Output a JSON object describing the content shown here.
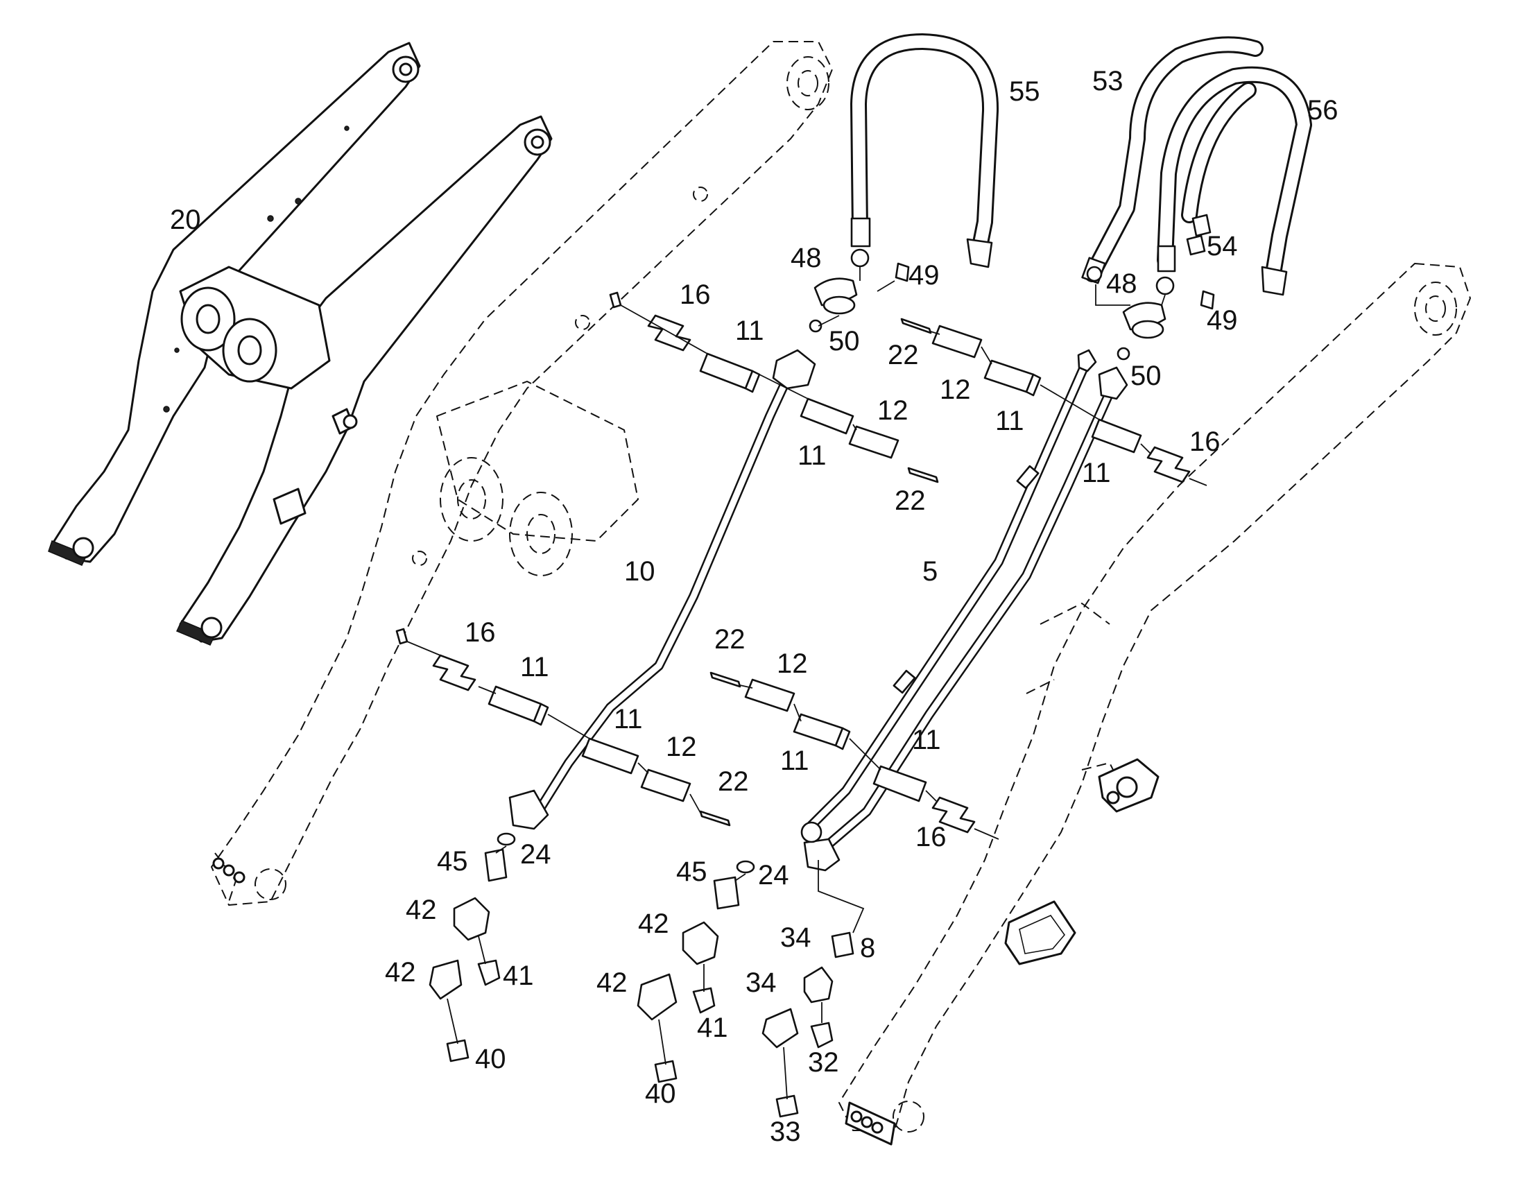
{
  "labels": [
    {
      "text": "20"
    },
    {
      "text": "55"
    },
    {
      "text": "53"
    },
    {
      "text": "56"
    },
    {
      "text": "48"
    },
    {
      "text": "49"
    },
    {
      "text": "48"
    },
    {
      "text": "54"
    },
    {
      "text": "49"
    },
    {
      "text": "16"
    },
    {
      "text": "11"
    },
    {
      "text": "50"
    },
    {
      "text": "22"
    },
    {
      "text": "12"
    },
    {
      "text": "11"
    },
    {
      "text": "50"
    },
    {
      "text": "12"
    },
    {
      "text": "11"
    },
    {
      "text": "16"
    },
    {
      "text": "11"
    },
    {
      "text": "22"
    },
    {
      "text": "10"
    },
    {
      "text": "5"
    },
    {
      "text": "16"
    },
    {
      "text": "22"
    },
    {
      "text": "11"
    },
    {
      "text": "12"
    },
    {
      "text": "11"
    },
    {
      "text": "12"
    },
    {
      "text": "11"
    },
    {
      "text": "11"
    },
    {
      "text": "22"
    },
    {
      "text": "16"
    },
    {
      "text": "24"
    },
    {
      "text": "45"
    },
    {
      "text": "45"
    },
    {
      "text": "24"
    },
    {
      "text": "42"
    },
    {
      "text": "42"
    },
    {
      "text": "34"
    },
    {
      "text": "8"
    },
    {
      "text": "42"
    },
    {
      "text": "41"
    },
    {
      "text": "42"
    },
    {
      "text": "34"
    },
    {
      "text": "41"
    },
    {
      "text": "40"
    },
    {
      "text": "32"
    },
    {
      "text": "40"
    },
    {
      "text": "33"
    }
  ]
}
